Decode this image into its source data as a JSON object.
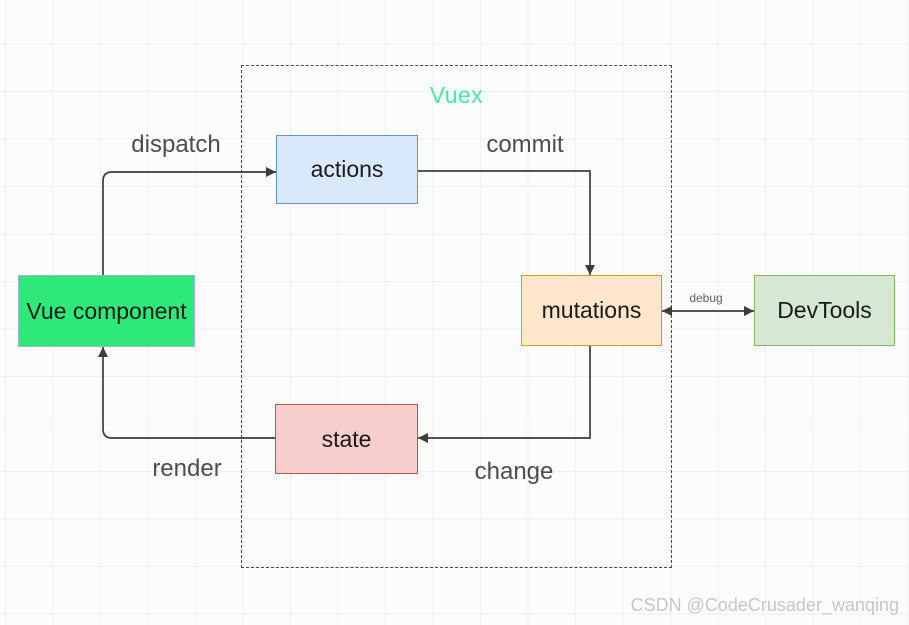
{
  "diagram": {
    "container": {
      "label": "Vuex",
      "label_color": "#47E8A0",
      "border_style": "dashed"
    },
    "nodes": {
      "vue_component": {
        "label": "Vue component",
        "fill": "#2EE97A",
        "border": "#9AB4D4"
      },
      "actions": {
        "label": "actions",
        "fill": "#DAE8FC",
        "border": "#6C8EBF"
      },
      "mutations": {
        "label": "mutations",
        "fill": "#FFE6CC",
        "border": "#D79B00"
      },
      "state": {
        "label": "state",
        "fill": "#F8CECC",
        "border": "#B85450"
      },
      "devtools": {
        "label": "DevTools",
        "fill": "#D5E8D4",
        "border": "#82B366"
      }
    },
    "edges": {
      "dispatch": {
        "label": "dispatch",
        "from": "Vue component",
        "to": "actions",
        "direction": "one-way"
      },
      "commit": {
        "label": "commit",
        "from": "actions",
        "to": "mutations",
        "direction": "one-way"
      },
      "debug": {
        "label": "debug",
        "from": "mutations",
        "to": "DevTools",
        "direction": "bidirectional"
      },
      "change": {
        "label": "change",
        "from": "mutations",
        "to": "state",
        "direction": "one-way"
      },
      "render": {
        "label": "render",
        "from": "state",
        "to": "Vue component",
        "direction": "one-way"
      }
    },
    "line_color": "#3C3C3C"
  },
  "watermark": {
    "text": "CSDN @CodeCrusader_wanqing"
  }
}
